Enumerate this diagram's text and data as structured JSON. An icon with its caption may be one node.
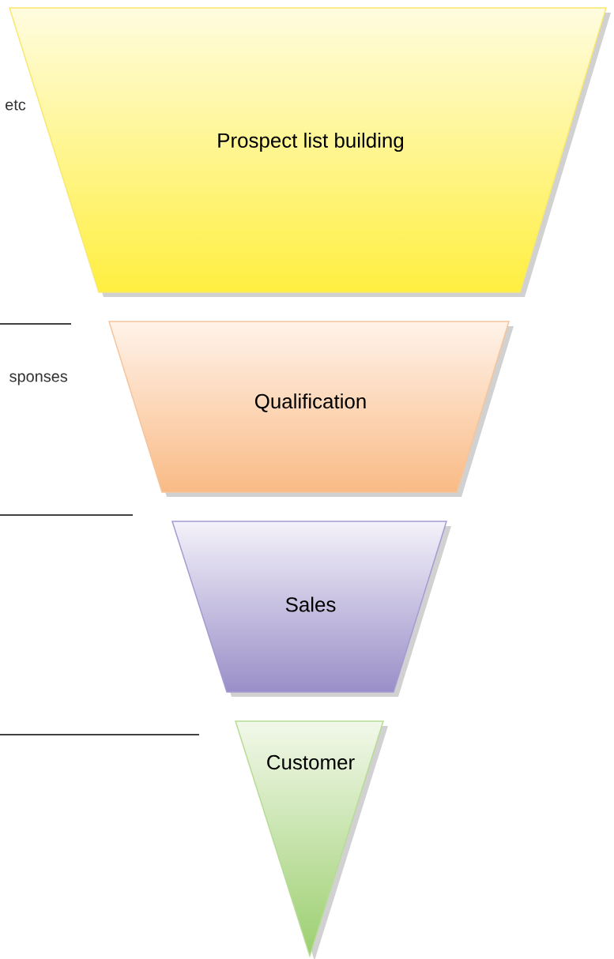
{
  "diagram": {
    "nodes": [
      {
        "text": [
          "Prospect list building"
        ]
      },
      {
        "text": [
          "Qualification"
        ]
      },
      {
        "text": [
          "Sales"
        ]
      },
      {
        "text": [
          "Customer"
        ]
      }
    ],
    "labels": [
      "etc",
      "sponses"
    ]
  }
}
